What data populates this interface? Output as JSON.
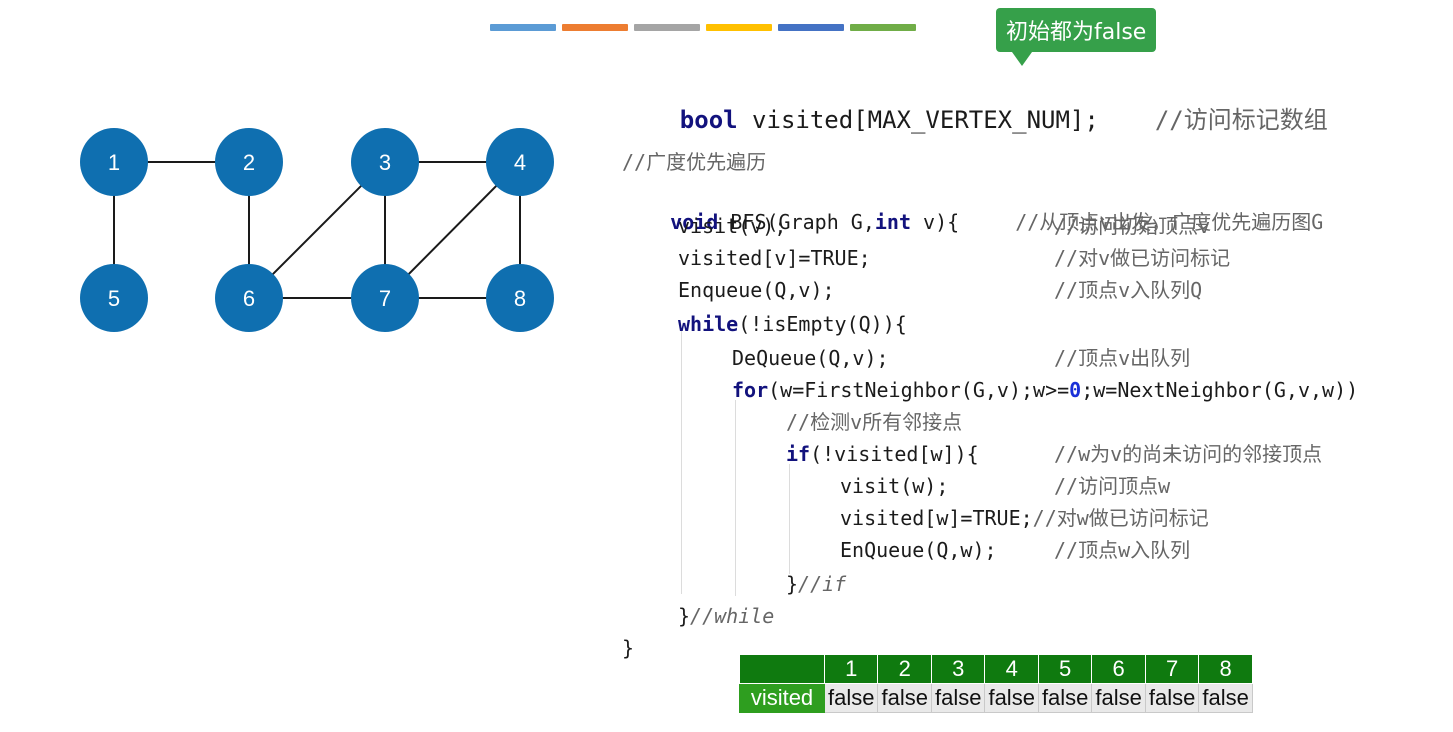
{
  "graph": {
    "nodes": [
      {
        "id": "1",
        "label": "1"
      },
      {
        "id": "2",
        "label": "2"
      },
      {
        "id": "3",
        "label": "3"
      },
      {
        "id": "4",
        "label": "4"
      },
      {
        "id": "5",
        "label": "5"
      },
      {
        "id": "6",
        "label": "6"
      },
      {
        "id": "7",
        "label": "7"
      },
      {
        "id": "8",
        "label": "8"
      }
    ],
    "edges": [
      [
        "1",
        "2"
      ],
      [
        "1",
        "5"
      ],
      [
        "2",
        "6"
      ],
      [
        "3",
        "4"
      ],
      [
        "3",
        "6"
      ],
      [
        "3",
        "7"
      ],
      [
        "4",
        "7"
      ],
      [
        "4",
        "8"
      ],
      [
        "6",
        "7"
      ],
      [
        "7",
        "8"
      ]
    ],
    "node_color": "#0f6fb0",
    "edge_color": "#1a1a1a"
  },
  "colorbar": [
    "#5b9bd5",
    "#ed7d31",
    "#a5a5a5",
    "#ffc000",
    "#4472c4",
    "#70ad47"
  ],
  "callout": {
    "text": "初始都为false",
    "color": "#36a04a"
  },
  "code": {
    "l0_kw": "bool",
    "l0_code": " visited[MAX_VERTEX_NUM];",
    "l0_cm": "//访问标记数组",
    "l1_cm": "//广度优先遍历",
    "l2_kw1": "void",
    "l2_a": " BFS(Graph G,",
    "l2_kw2": "int",
    "l2_b": " v){",
    "l2_cm": "//从顶点v出发，广度优先遍历图G",
    "l3_code": "visit(v);",
    "l3_cm": "//访问初始顶点v",
    "l4_code": "visited[v]=TRUE;",
    "l4_cm": "//对v做已访问标记",
    "l5_code": "Enqueue(Q,v);",
    "l5_cm": "//顶点v入队列Q",
    "l6_kw": "while",
    "l6_code": "(!isEmpty(Q)){",
    "l7_code": "DeQueue(Q,v);",
    "l7_cm": "//顶点v出队列",
    "l8_kw": "for",
    "l8_a": "(w=FirstNeighbor(G,v);w>=",
    "l8_num": "0",
    "l8_b": ";w=NextNeighbor(G,v,w))",
    "l9_cm": "//检测v所有邻接点",
    "l10_kw": "if",
    "l10_code": "(!visited[w]){",
    "l10_cm": "//w为v的尚未访问的邻接顶点",
    "l11_code": "visit(w);",
    "l11_cm": "//访问顶点w",
    "l12_code": "visited[w]=TRUE;",
    "l12_cm": "//对w做已访问标记",
    "l13_code": "EnQueue(Q,w);",
    "l13_cm": "//顶点w入队列",
    "l14_code": "}",
    "l14_cm": "//if",
    "l15_code": "}",
    "l15_cm": "//while",
    "l16_code": "}"
  },
  "visited_table": {
    "columns": [
      "1",
      "2",
      "3",
      "4",
      "5",
      "6",
      "7",
      "8"
    ],
    "row_label": "visited",
    "values": [
      "false",
      "false",
      "false",
      "false",
      "false",
      "false",
      "false",
      "false"
    ]
  }
}
